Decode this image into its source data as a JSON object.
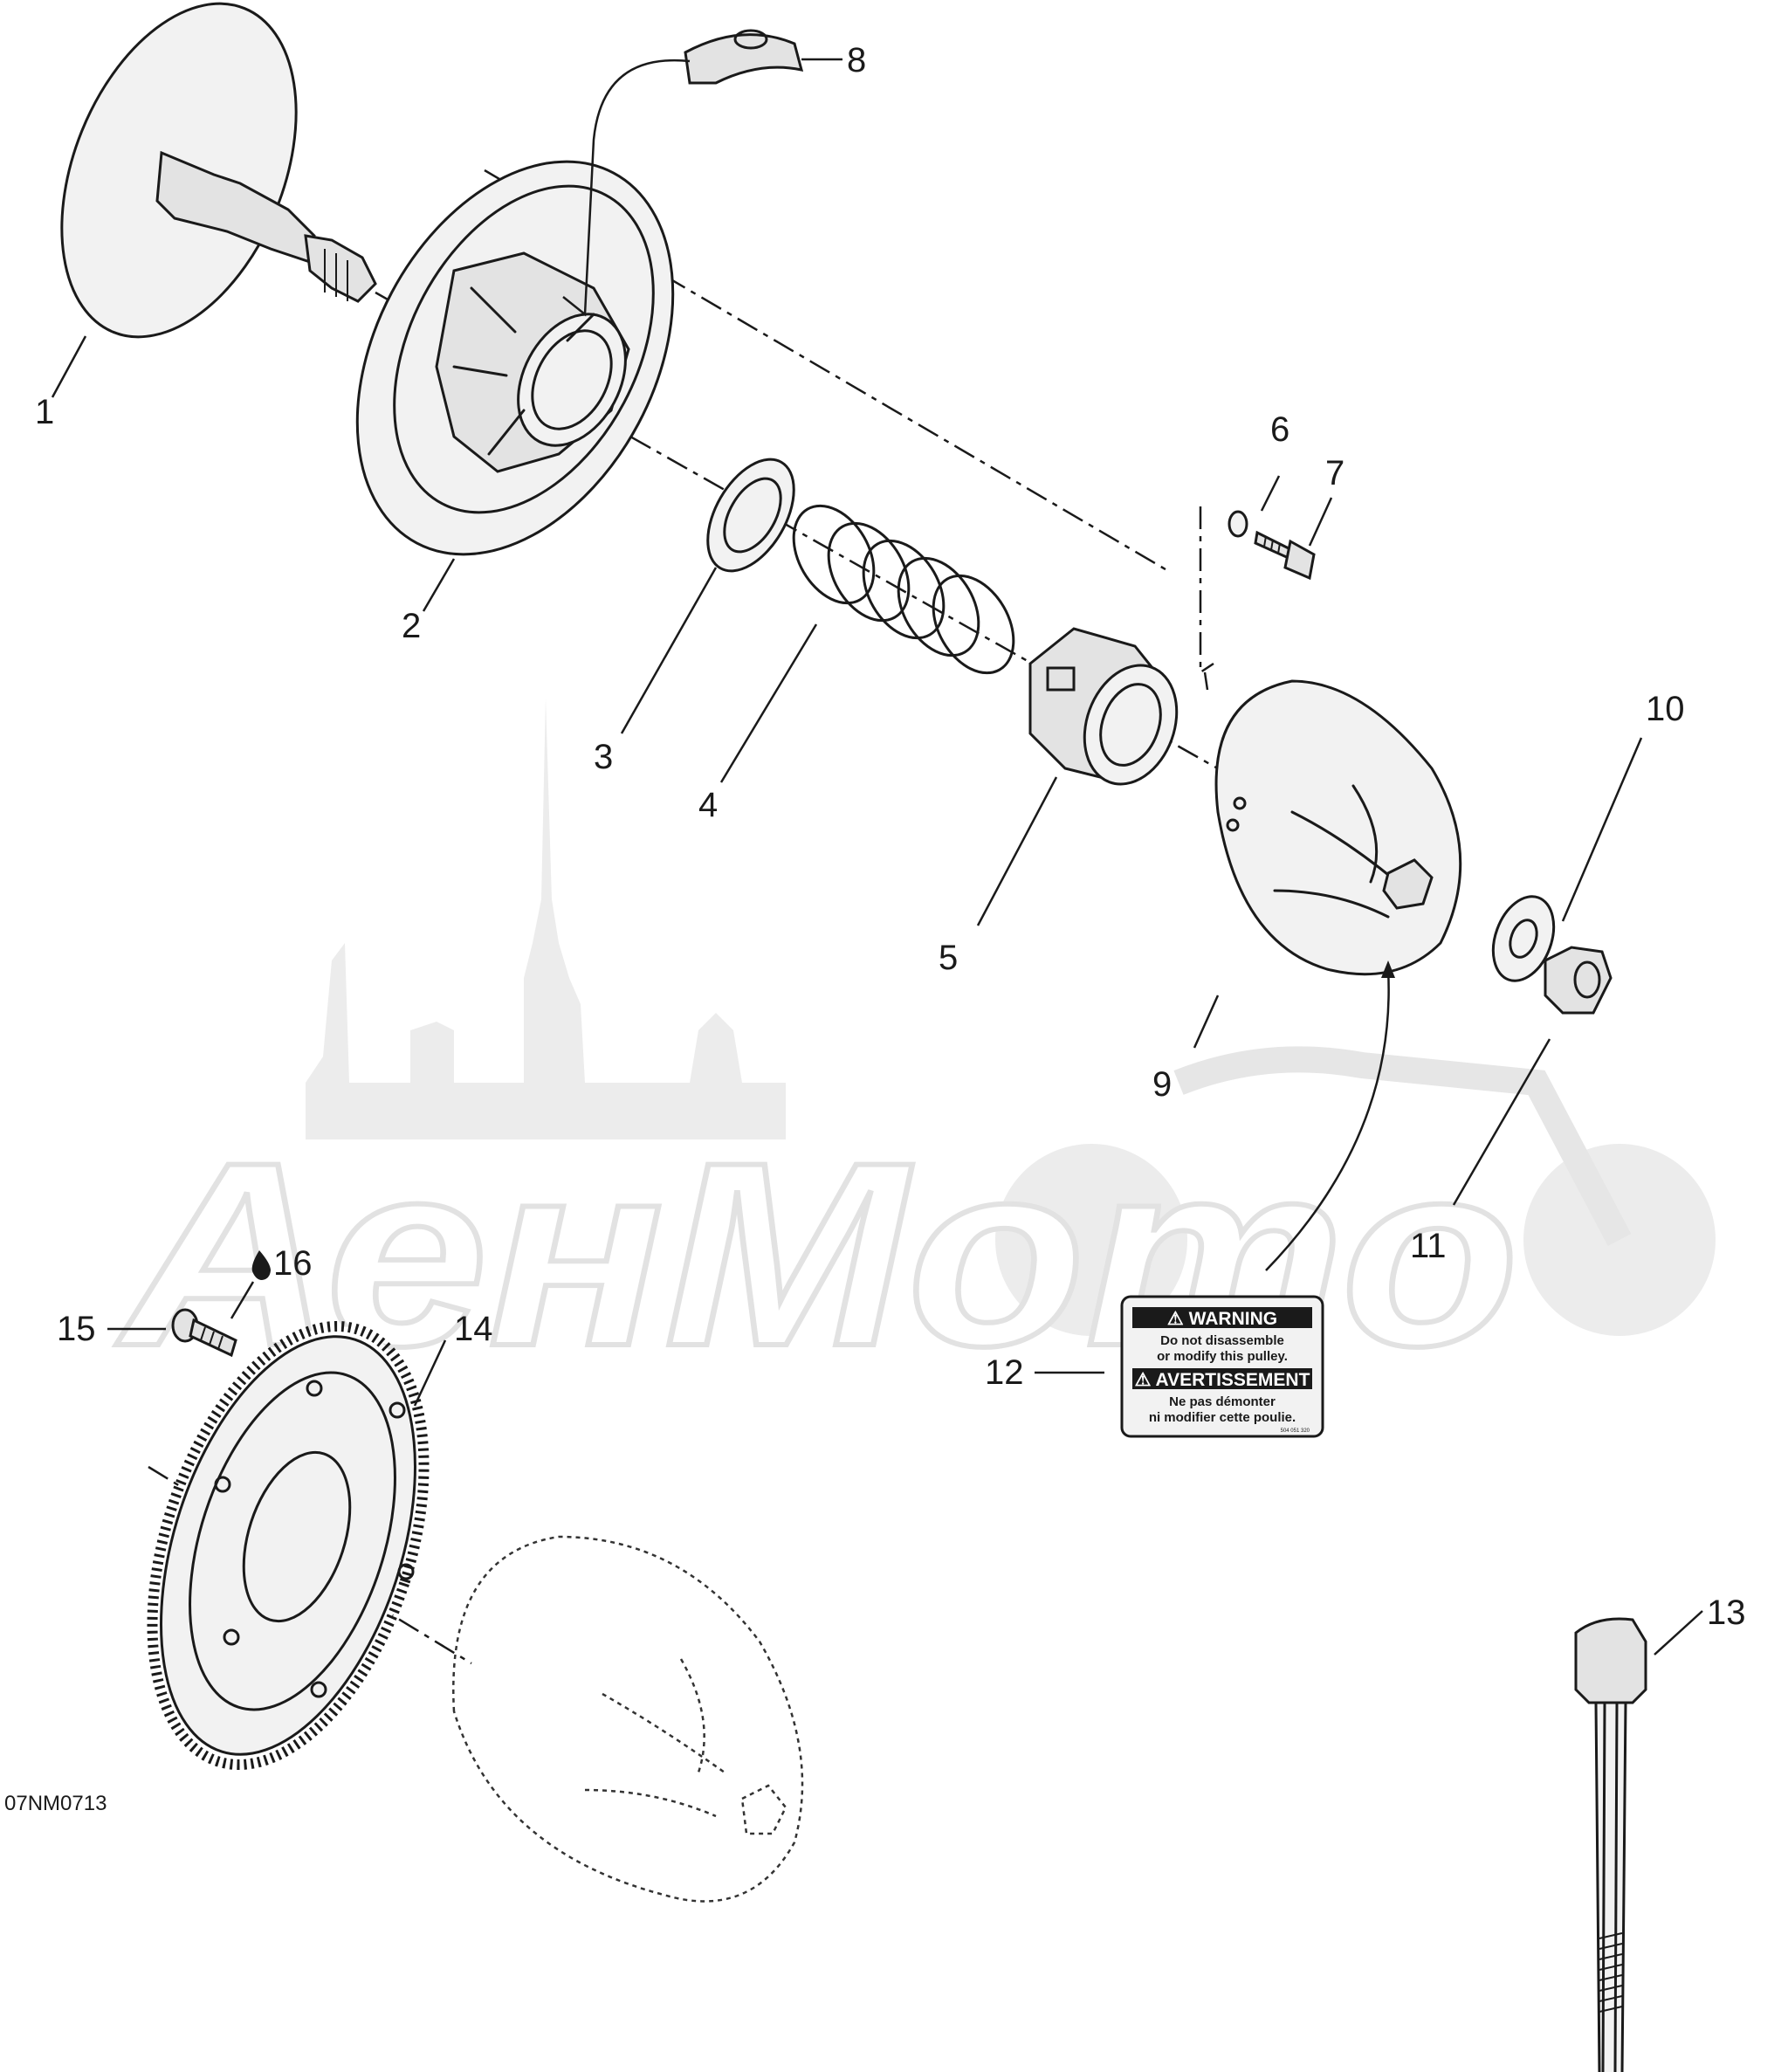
{
  "figure_code": "07NM0713",
  "watermark": "АенМото",
  "callouts": [
    "1",
    "2",
    "3",
    "4",
    "5",
    "6",
    "7",
    "8",
    "9",
    "10",
    "11",
    "12",
    "13",
    "14",
    "15",
    "16"
  ],
  "label": {
    "heading_en": "⚠ WARNING",
    "line1_en": "Do not disassemble",
    "line2_en": "or modify this pulley.",
    "heading_fr": "⚠ AVERTISSEMENT",
    "line1_fr": "Ne pas démonter",
    "line2_fr": "ni modifier cette poulie.",
    "part_no": "504 051 320"
  }
}
